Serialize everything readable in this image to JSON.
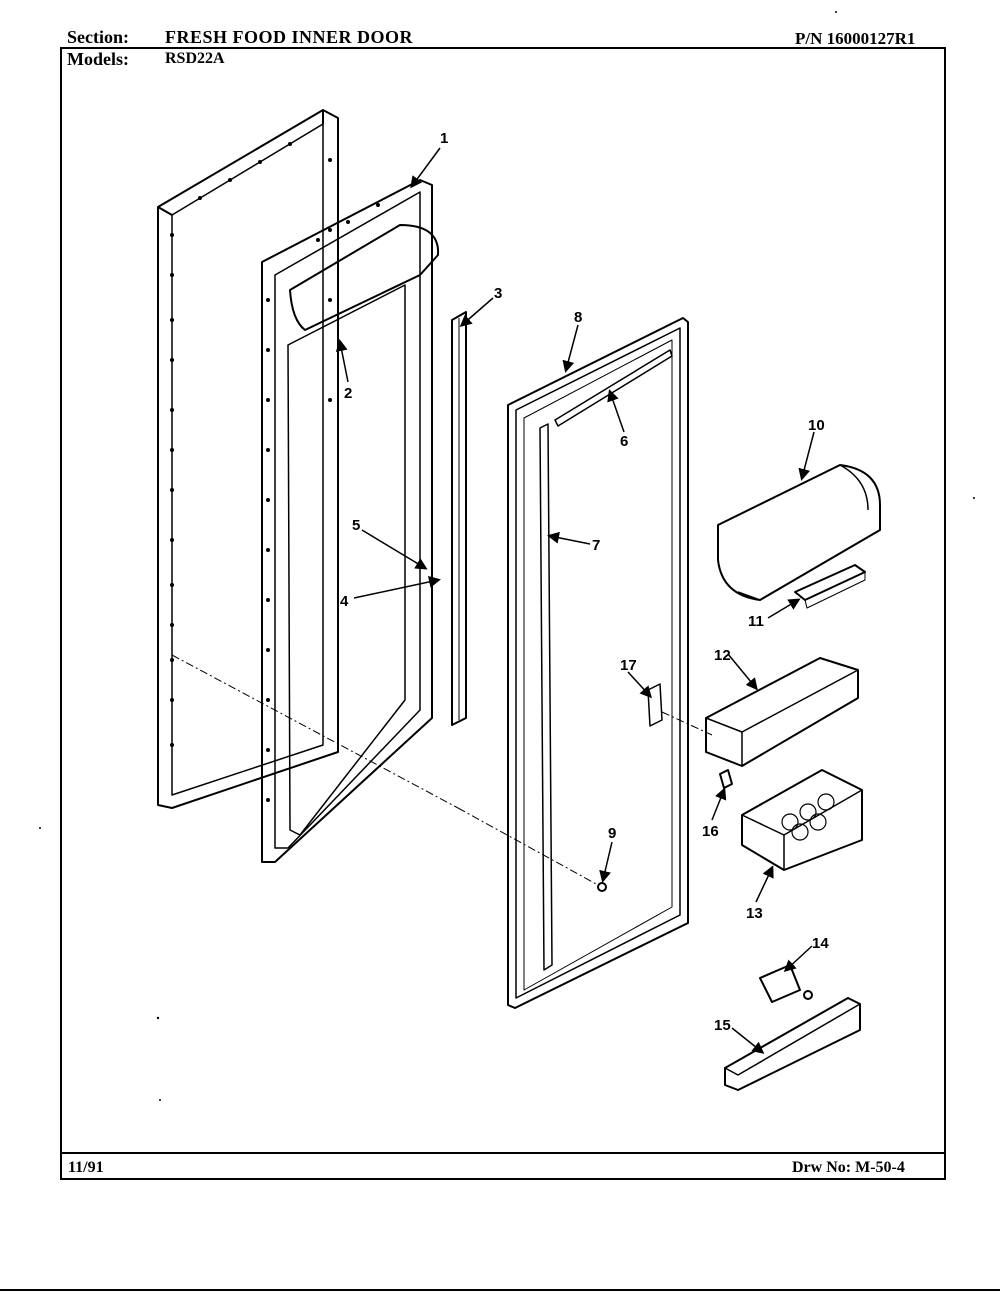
{
  "header": {
    "section_label": "Section:",
    "section_value": "FRESH FOOD INNER DOOR",
    "models_label": "Models:",
    "models_value": "RSD22A",
    "part_number": "P/N 16000127R1"
  },
  "footer": {
    "date": "11/91",
    "drawing_number": "Drw No: M-50-4"
  },
  "callouts": [
    "1",
    "2",
    "3",
    "4",
    "5",
    "6",
    "7",
    "8",
    "9",
    "10",
    "11",
    "12",
    "13",
    "14",
    "15",
    "16",
    "17"
  ]
}
